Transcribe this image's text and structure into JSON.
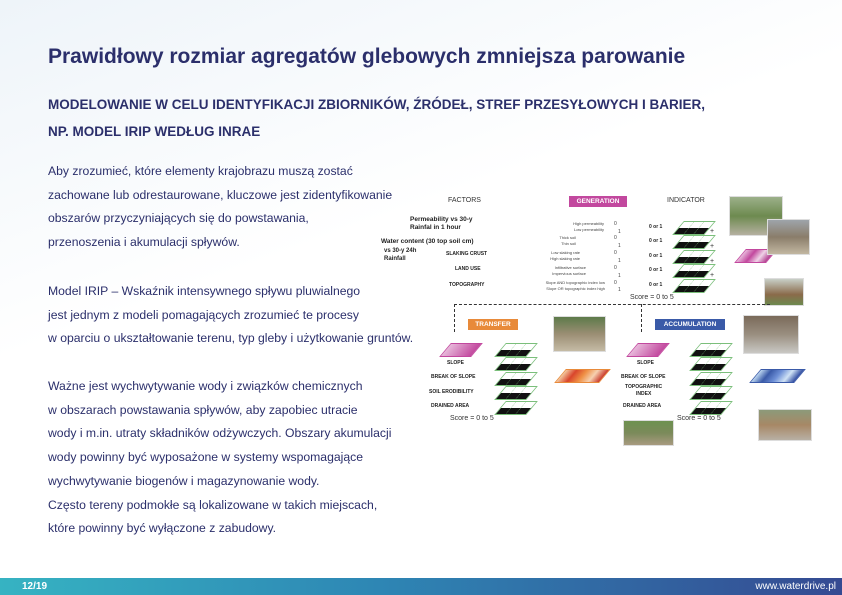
{
  "title": "Prawidłowy rozmiar agregatów glebowych zmniejsza parowanie",
  "subtitle": [
    "MODELOWANIE W CELU IDENTYFIKACJI ZBIORNIKÓW, ŹRÓDEŁ, STREF PRZESYŁOWYCH I BARIER,",
    "NP. MODEL IRIP WEDŁUG INRAE"
  ],
  "paragraphs": [
    [
      "Aby zrozumieć, które elementy krajobrazu muszą zostać",
      "zachowane lub odrestaurowane, kluczowe jest zidentyfikowanie",
      "obszarów przyczyniających się do powstawania,",
      "przenoszenia i akumulacji spływów."
    ],
    [
      "Model IRIP – Wskaźnik intensywnego spływu pluwialnego",
      "jest jednym z modeli pomagających zrozumieć te procesy",
      "w oparciu o ukształtowanie terenu, typ gleby i użytkowanie gruntów."
    ],
    [
      "Ważne jest wychwytywanie wody i związków chemicznych",
      "w obszarach powstawania spływów, aby zapobiec utracie",
      "wody i m.in. utraty składników odżywczych. Obszary akumulacji",
      "wody powinny być wyposażone w systemy wspomagające",
      "wychwytywanie biogenów i magazynowanie wody.",
      "Często tereny podmokłe są lokalizowane w takich miejscach,",
      "które powinny być wyłączone z zabudowy."
    ]
  ],
  "diagram": {
    "factors_header": "FACTORS",
    "generation": "GENERATION",
    "indicator_header": "INDICATOR",
    "factors": [
      "Permeability vs 30-y",
      "Rainfal in 1 hour",
      "Water content (30 top soil cm)",
      "vs 30-y 24h",
      "Rainfall",
      "SLAKING CRUST",
      "LAND USE",
      "TOPOGRAPHY"
    ],
    "classes": [
      "High permeability",
      "Low permeability",
      "Thick soil",
      "Thin soil",
      "Low slaking rate",
      "High slaking rate",
      "Infiltrative surface",
      "Impervious surface",
      "Slope AND topographic index low",
      "Slope OR topographic index high"
    ],
    "values": [
      "0",
      "1",
      "0",
      "1",
      "0",
      "1",
      "0",
      "1",
      "0",
      "1"
    ],
    "or_label": "0 or 1",
    "score": "Score = 0 to 5",
    "transfer": "TRANSFER",
    "accumulation": "ACCUMULATION",
    "transfer_factors": [
      "SLOPE",
      "BREAK OF SLOPE",
      "SOIL ERODIBILITY",
      "DRAINED AREA"
    ],
    "accumulation_factors": [
      "SLOPE",
      "BREAK OF SLOPE",
      "TOPOGRAPHIC",
      "INDEX",
      "DRAINED AREA"
    ],
    "plus": "+",
    "colors": {
      "generation": "#c2489e",
      "transfer": "#e88a3a",
      "accumulation": "#3a5aa8"
    }
  },
  "footer": {
    "page": "12/19",
    "url": "www.waterdrive.pl"
  }
}
